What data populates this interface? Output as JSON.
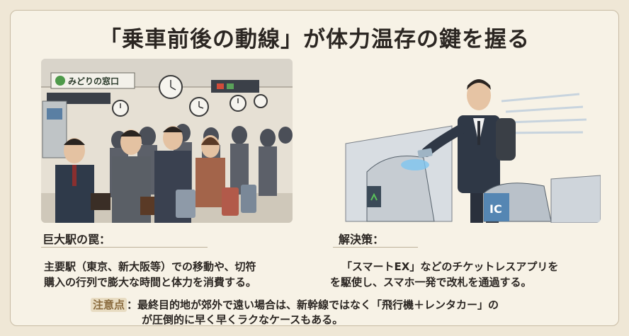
{
  "title": "「乗車前後の動線」が体力温存の鍵を握る",
  "left": {
    "sign": "みどりの窓口",
    "heading": "巨大駅の罠：",
    "body_line1": "主要駅（東京、新大阪等）での移動や、切符",
    "body_line2": "購入の行列で膨大な時間と体力を消費する。"
  },
  "right": {
    "gate_label": "IC",
    "heading": "解決策：",
    "body_line1": "「スマートEX」などのチケットレスアプリを",
    "body_line2": "を駆使し、スマホ一発で改札を通過する。"
  },
  "note": {
    "label": "注意点",
    "separator": "：",
    "line1": "最終目的地が郊外で遠い場合は、新幹線ではなく「飛行機＋レンタカー」の",
    "line2": "が圧倒的に早く早くラクなケースもある。"
  },
  "colors": {
    "background": "#efe7d6",
    "card": "#f7f2e6",
    "note_label_bg": "#e8dcc2",
    "note_label_text": "#8a6b3e"
  }
}
